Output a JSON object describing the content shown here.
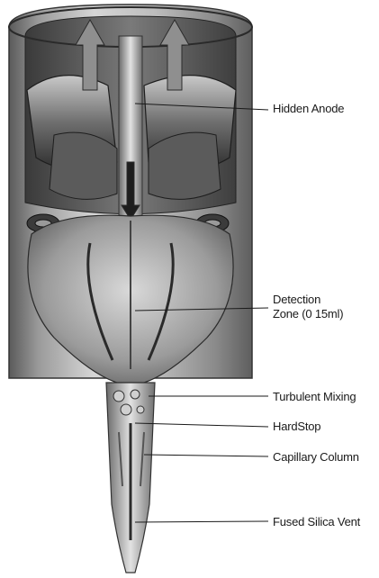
{
  "diagram": {
    "labels": {
      "hidden_anode": "Hidden Anode",
      "detection_zone_line1": "Detection",
      "detection_zone_line2": "Zone (0 15ml)",
      "turbulent_mixing": "Turbulent Mixing",
      "hardstop": "HardStop",
      "capillary_column": "Capillary Column",
      "fused_silica_vent": "Fused Silica Vent"
    }
  }
}
